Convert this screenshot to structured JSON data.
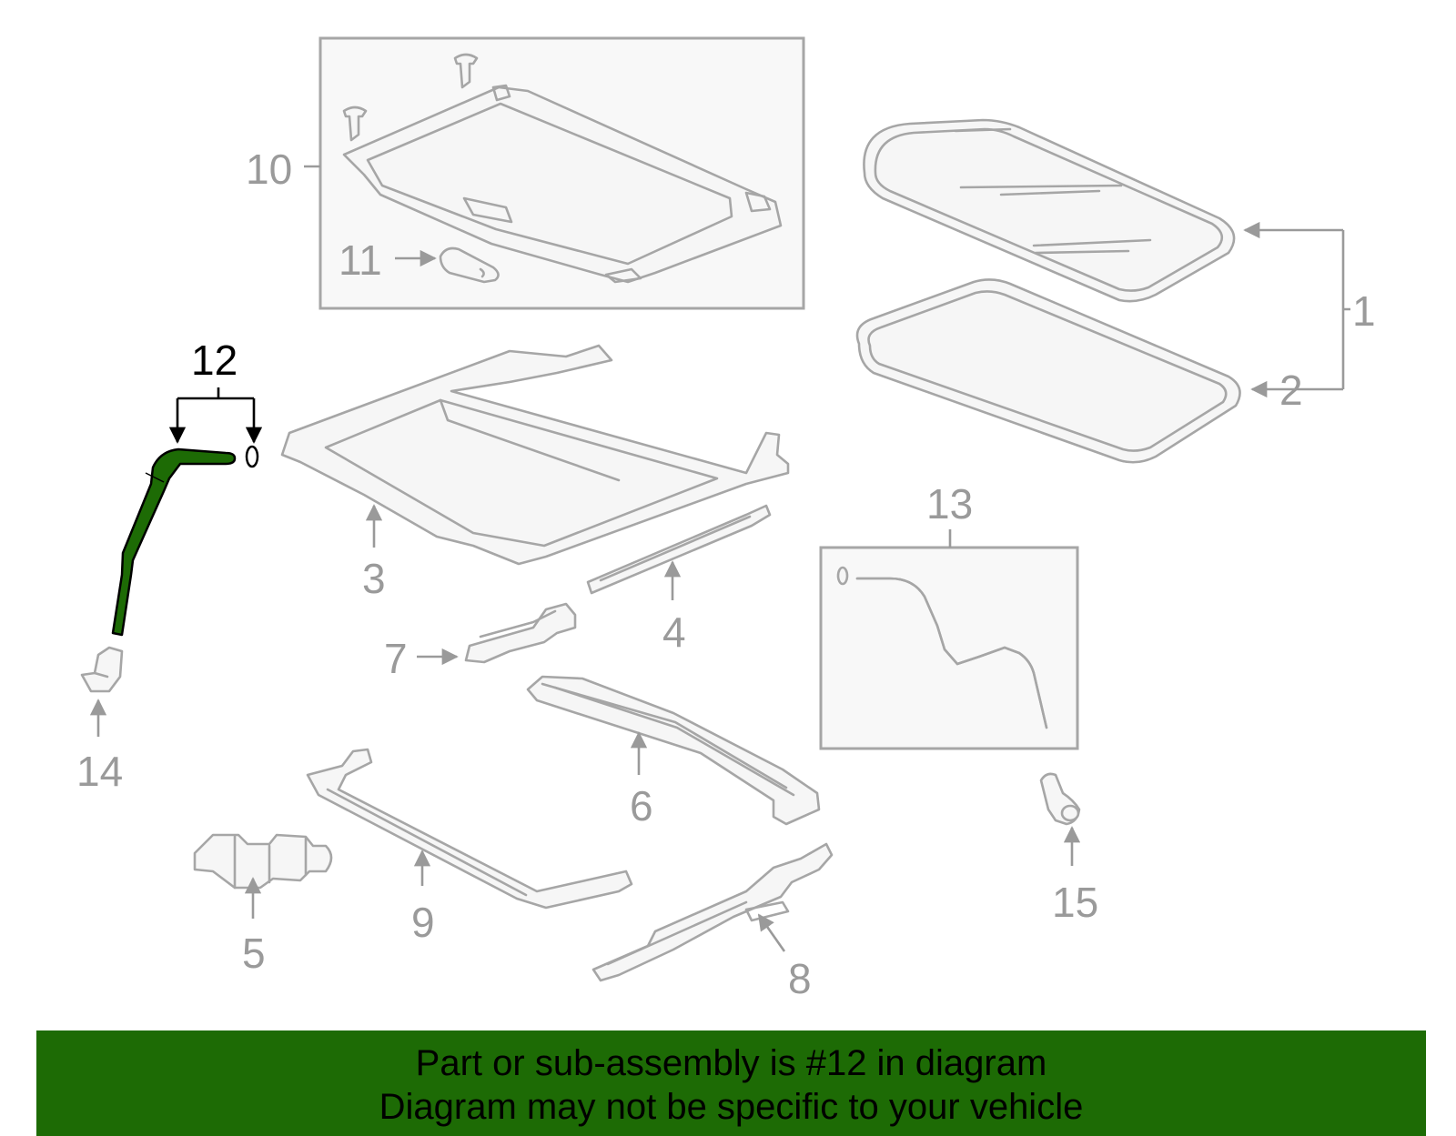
{
  "diagram": {
    "highlight_color": "#1d6b05",
    "callouts": [
      "1",
      "2",
      "3",
      "4",
      "5",
      "6",
      "7",
      "8",
      "9",
      "10",
      "11",
      "12",
      "13",
      "14",
      "15"
    ],
    "highlighted_callout": "12"
  },
  "banner": {
    "line1": "Part or sub-assembly is #12 in diagram",
    "line2": "Diagram may not be specific to your vehicle",
    "background": "#1d6b05"
  }
}
